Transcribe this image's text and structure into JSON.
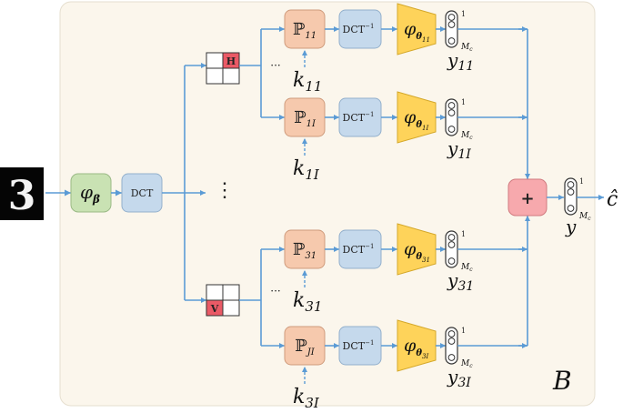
{
  "frame": {
    "label": "B",
    "background": "#fbf6ec",
    "border": "#e6dfcf"
  },
  "colors": {
    "arrow": "#5b9bd5",
    "green_box": "#c9e2b3",
    "blue_box": "#c5d9ec",
    "orange_box": "#f6c9ad",
    "yellow_trap": "#fed35a",
    "pink_box": "#f7a9ad",
    "red_cell": "#ea5a66"
  },
  "input": {
    "digit": "3"
  },
  "phi_beta": {
    "symbol": "φ",
    "sub": "β"
  },
  "dct": {
    "label": "DCT"
  },
  "splitters": {
    "top_cell": "H",
    "bottom_cell": "V",
    "middle_dots": "⋮",
    "top_dots": "···",
    "bottom_dots": "···"
  },
  "branches": [
    {
      "P": "ℙ",
      "P_sub": "11",
      "idct": "DCT",
      "idct_sup": "−1",
      "phi": "φ",
      "theta": "θ",
      "theta_sub": "11",
      "k": "k",
      "k_sub": "11",
      "y": "y",
      "y_sub": "11",
      "vec_top": "1",
      "vec_bot": "M",
      "vec_bot_sub": "c"
    },
    {
      "P": "ℙ",
      "P_sub": "1I",
      "idct": "DCT",
      "idct_sup": "−1",
      "phi": "φ",
      "theta": "θ",
      "theta_sub": "1I",
      "k": "k",
      "k_sub": "1I",
      "y": "y",
      "y_sub": "1I",
      "vec_top": "1",
      "vec_bot": "M",
      "vec_bot_sub": "c"
    },
    {
      "P": "ℙ",
      "P_sub": "31",
      "idct": "DCT",
      "idct_sup": "−1",
      "phi": "φ",
      "theta": "θ",
      "theta_sub": "31",
      "k": "k",
      "k_sub": "31",
      "y": "y",
      "y_sub": "31",
      "vec_top": "1",
      "vec_bot": "M",
      "vec_bot_sub": "c"
    },
    {
      "P": "ℙ",
      "P_sub": "JI",
      "idct": "DCT",
      "idct_sup": "−1",
      "phi": "φ",
      "theta": "θ",
      "theta_sub": "3I",
      "k": "k",
      "k_sub": "3I",
      "y": "y",
      "y_sub": "3I",
      "vec_top": "1",
      "vec_bot": "M",
      "vec_bot_sub": "c"
    }
  ],
  "sum": {
    "label": "+"
  },
  "output": {
    "y": "y",
    "vec_top": "1",
    "vec_bot": "M",
    "vec_bot_sub": "c",
    "c_hat": "ĉ"
  }
}
